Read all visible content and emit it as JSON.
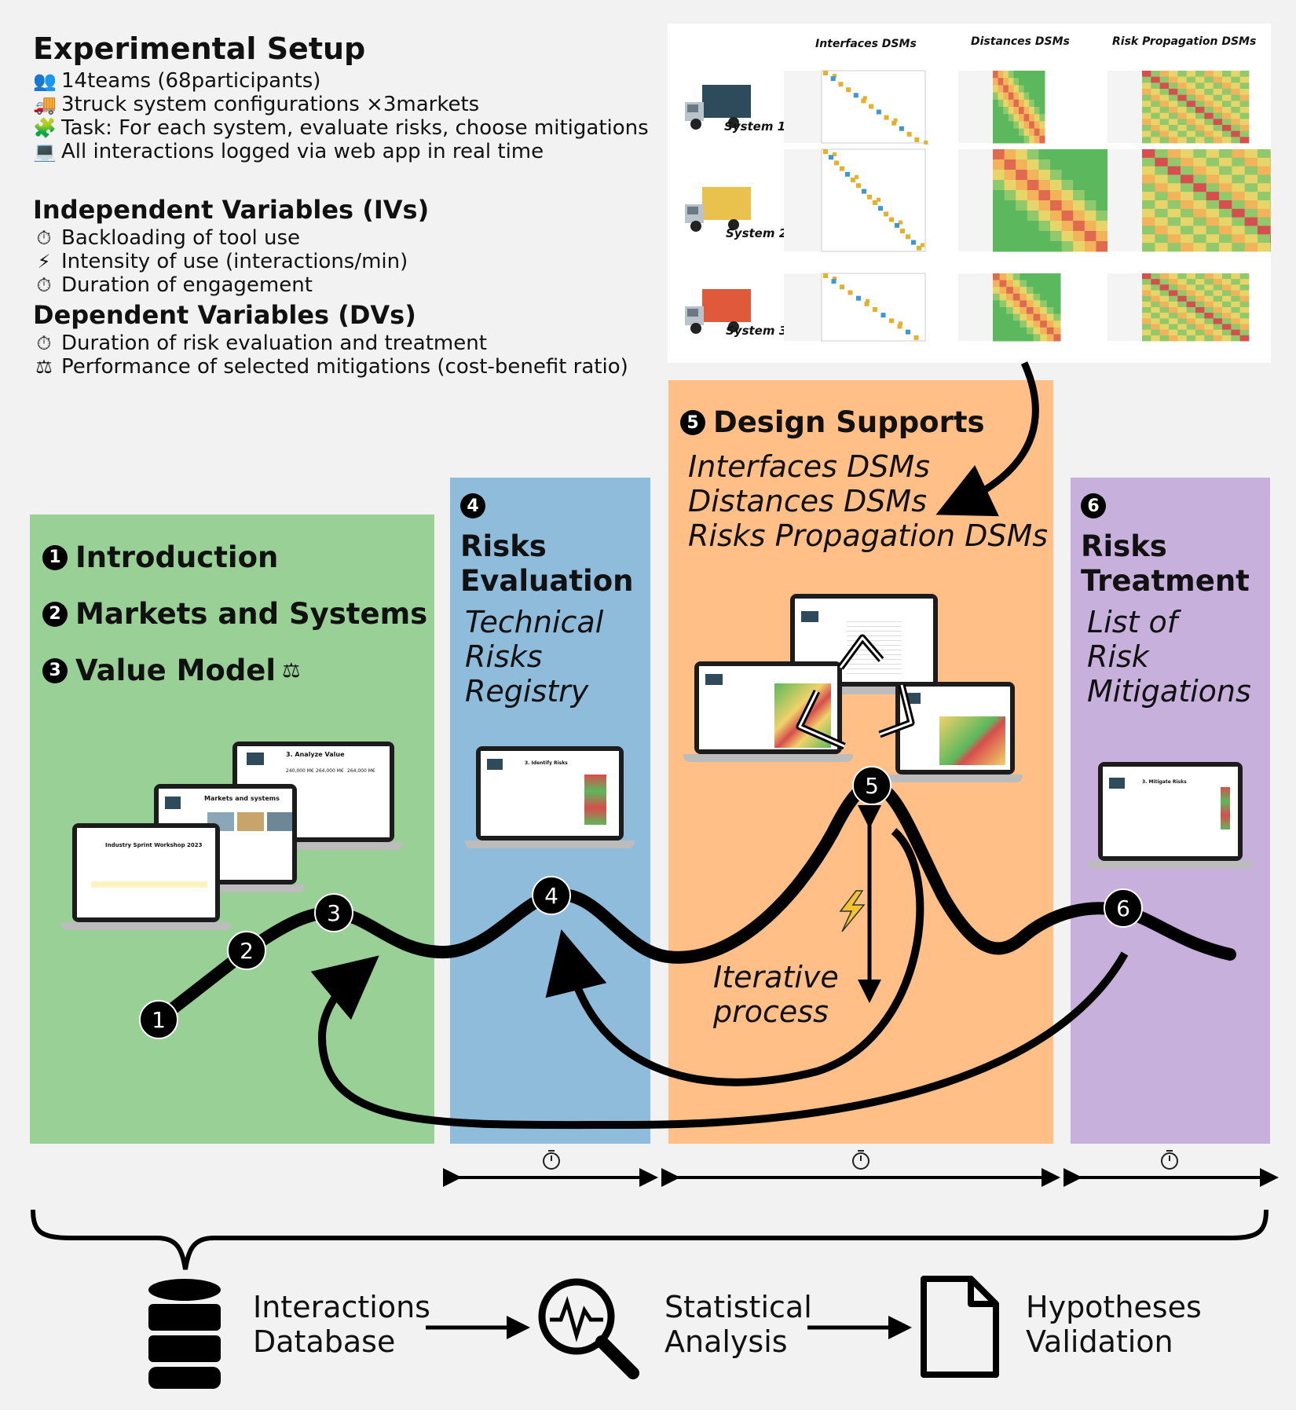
{
  "setup": {
    "title": "Experimental Setup",
    "lines": [
      {
        "icon": "team-icon",
        "glyph": "👥",
        "text": "14teams (68participants)"
      },
      {
        "icon": "truck-icon",
        "glyph": "🚚",
        "text": "3truck system configurations ×3markets"
      },
      {
        "icon": "puzzle-icon",
        "glyph": "🧩",
        "text": "Task: For each system, evaluate risks, choose mitigations"
      },
      {
        "icon": "laptop-icon",
        "glyph": "💻",
        "text": "All interactions logged via web app in real time"
      }
    ]
  },
  "ivs": {
    "title": "Independent Variables (IVs)",
    "lines": [
      {
        "icon": "stopwatch-icon",
        "glyph": "⏱",
        "text": "Backloading of tool use"
      },
      {
        "icon": "lightning-icon",
        "glyph": "⚡",
        "text": "Intensity of use (interactions/min)"
      },
      {
        "icon": "stopwatch-icon",
        "glyph": "⏱",
        "text": "Duration of engagement"
      }
    ]
  },
  "dvs": {
    "title": "Dependent Variables (DVs)",
    "lines": [
      {
        "icon": "stopwatch-icon",
        "glyph": "⏱",
        "text": "Duration of risk evaluation and treatment"
      },
      {
        "icon": "scales-icon",
        "glyph": "⚖",
        "text": "Performance of selected mitigations (cost-benefit ratio)"
      }
    ]
  },
  "dsm_panel": {
    "headers": [
      "Interfaces DSMs",
      "Distances DSMs",
      "Risk Propagation DSMs"
    ],
    "systems": [
      {
        "label": "System  1",
        "color": "#2d4b5a"
      },
      {
        "label": "System  2",
        "color": "#e8c24c"
      },
      {
        "label": "System  3",
        "color": "#e0593b"
      }
    ]
  },
  "stages": {
    "intro": {
      "num": "1",
      "label": "Introduction"
    },
    "markets": {
      "num": "2",
      "label": "Markets and Systems"
    },
    "value": {
      "num": "3",
      "label": "Value Model"
    },
    "risks_eval": {
      "num": "4",
      "title1": "Risks",
      "title2": "Evaluation",
      "items": [
        "Technical",
        "Risks",
        "Registry"
      ]
    },
    "design": {
      "num": "5",
      "title": "Design Supports",
      "items": [
        "Interfaces DSMs",
        "Distances DSMs",
        "Risks Propagation DSMs"
      ]
    },
    "treatment": {
      "num": "6",
      "title1": "Risks",
      "title2": "Treatment",
      "items": [
        "List of",
        "Risk",
        "Mitigations"
      ]
    }
  },
  "laptops": {
    "workshop_title": "Industry Sprint Workshop 2023",
    "markets_title": "Markets and systems",
    "value_title": "3. Analyze Value",
    "value_numbers": [
      "240,000 M€",
      "264,000 M€",
      "264,000 M€"
    ],
    "identify_title": "3. Identify Risks",
    "mitigate_title": "3. Mitigate Risks"
  },
  "iterative": {
    "line1": "Iterative",
    "line2": "process"
  },
  "path_markers": [
    "1",
    "2",
    "3",
    "4",
    "5",
    "6"
  ],
  "bottom": {
    "database": {
      "line1": "Interactions",
      "line2": "Database"
    },
    "analysis": {
      "line1": "Statistical",
      "line2": "Analysis"
    },
    "validation": {
      "line1": "Hypotheses",
      "line2": "Validation"
    }
  },
  "colors": {
    "green": "#98d095",
    "blue": "#8fbcdb",
    "orange": "#ffbf86",
    "purple": "#c7b1dc"
  }
}
